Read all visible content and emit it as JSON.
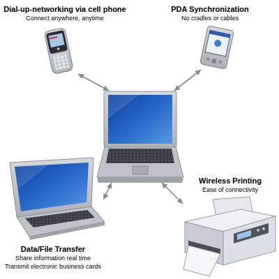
{
  "diagram": {
    "nodes": [
      {
        "text": [
          "Dial-up-networking via cell phone",
          "Connect anywhere, anytime"
        ]
      },
      {
        "text": [
          "PDA Synchronization",
          "No cradles or cables"
        ]
      },
      {
        "text": []
      },
      {
        "text": [
          "Data/File Transfer",
          "Share information real time Transmit electronic business cards"
        ]
      },
      {
        "text": [
          "Wireless Printing",
          "Ease of connectivity"
        ]
      }
    ],
    "edges": [
      {
        "from": 2,
        "to": 0,
        "arrow": "both"
      },
      {
        "from": 2,
        "to": 1,
        "arrow": "both"
      },
      {
        "from": 2,
        "to": 3,
        "arrow": "both"
      },
      {
        "from": 2,
        "to": 4,
        "arrow": "both"
      }
    ]
  }
}
